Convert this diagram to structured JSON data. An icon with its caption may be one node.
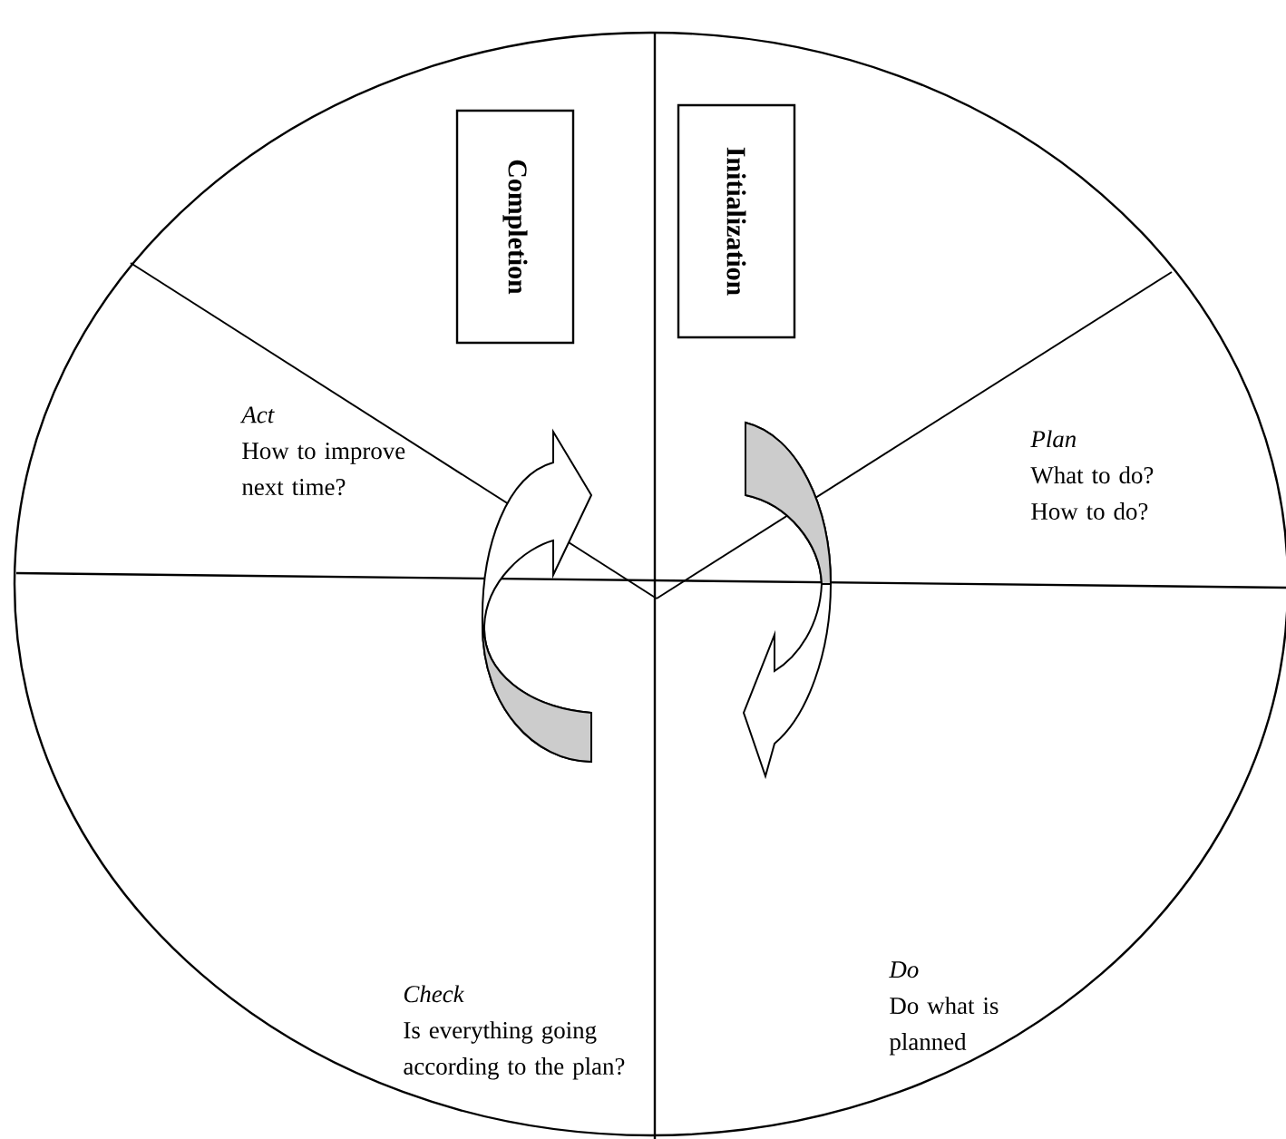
{
  "diagram": {
    "nodes": [
      {
        "text": [],
        "shape": "circle"
      },
      {
        "text": [
          "Completion"
        ],
        "in": 0
      },
      {
        "text": [
          "Initialization"
        ],
        "in": 0
      },
      {
        "text": [
          "Act",
          "How to improve next time?"
        ],
        "in": 0
      },
      {
        "text": [
          "Plan",
          "What to do? How to do?"
        ],
        "in": 0
      },
      {
        "text": [
          "Check",
          "Is everything going according to the plan?"
        ],
        "in": 0
      },
      {
        "text": [
          "Do",
          "Do what is planned"
        ],
        "in": 0
      }
    ],
    "edges": []
  }
}
